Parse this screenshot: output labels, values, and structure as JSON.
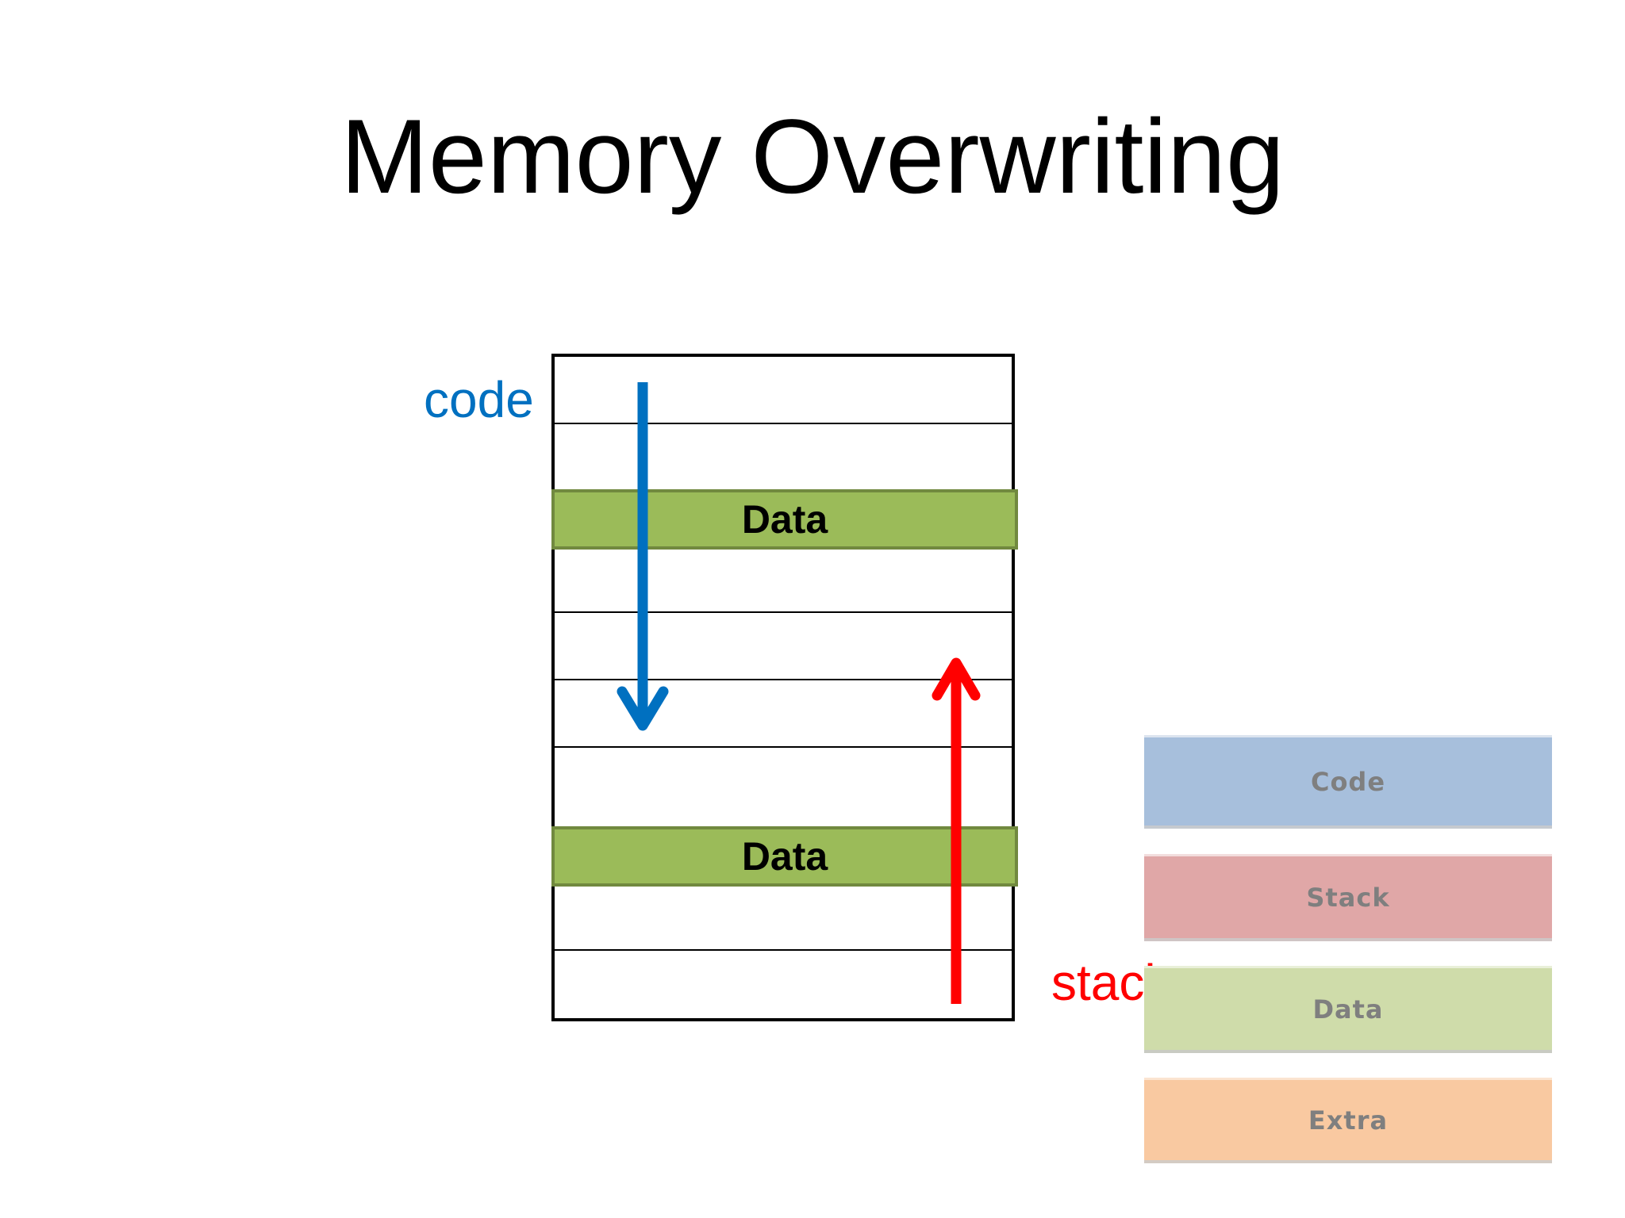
{
  "title": "Memory Overwriting",
  "labels": {
    "code": "code",
    "stack": "stack"
  },
  "memory": {
    "rows": 10,
    "data_bands": [
      {
        "label": "Data"
      },
      {
        "label": "Data"
      }
    ]
  },
  "legend": [
    {
      "label": "Code",
      "color": "#a7bfdc"
    },
    {
      "label": "Stack",
      "color": "#e0a7a7"
    },
    {
      "label": "Data",
      "color": "#cfdcaa"
    },
    {
      "label": "Extra",
      "color": "#f9c9a1"
    }
  ],
  "colors": {
    "code_arrow": "#0070c0",
    "stack_arrow": "#ff0000",
    "data_fill": "#9bbb59",
    "data_border": "#71893f"
  }
}
